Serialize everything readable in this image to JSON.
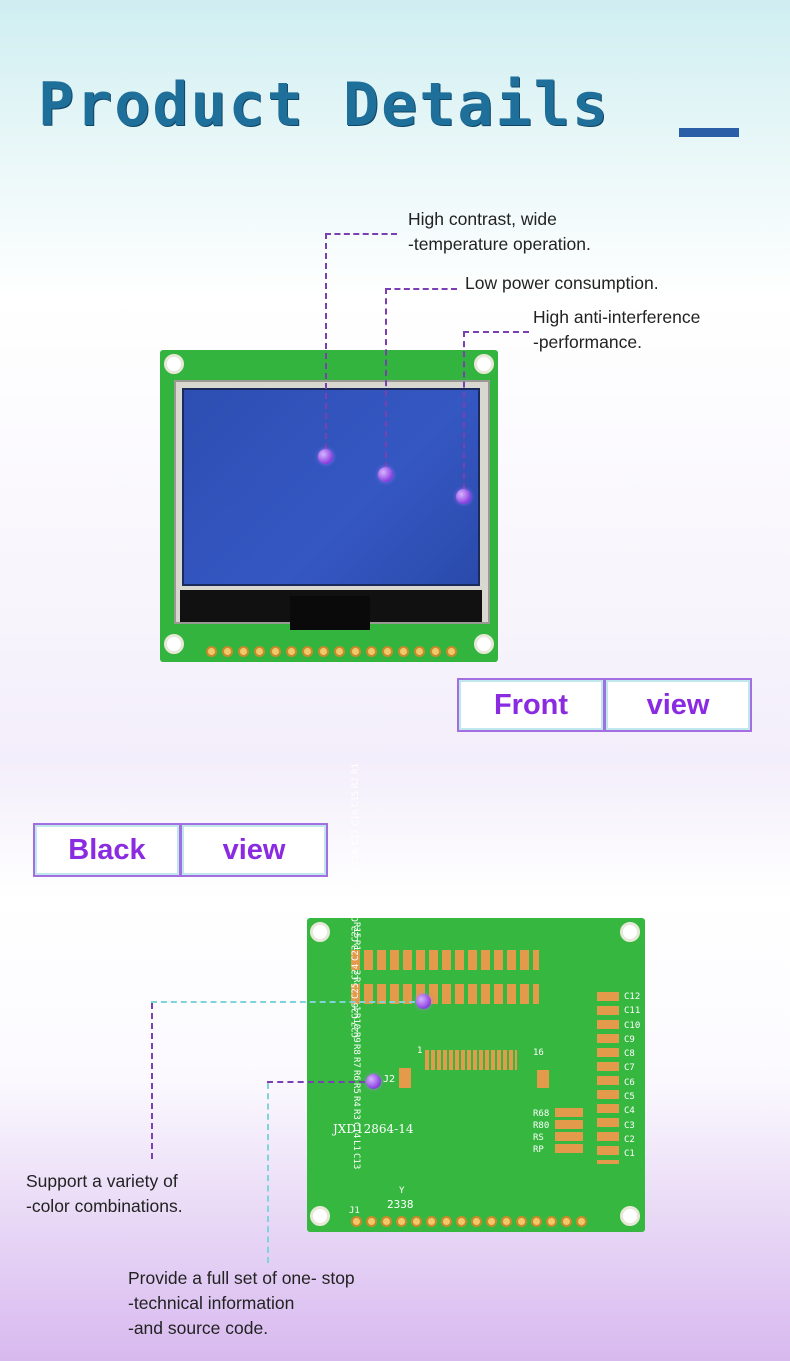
{
  "header": {
    "title": "Product Details"
  },
  "front_notes": [
    {
      "line1": "High contrast, wide",
      "line2": "-temperature operation."
    },
    {
      "line1": "Low power consumption.",
      "line2": ""
    },
    {
      "line1": "High anti-interference",
      "line2": "-performance."
    }
  ],
  "front_label": {
    "part1": "Front",
    "part2": "view"
  },
  "back_label": {
    "part1": "Black",
    "part2": "view"
  },
  "back_notes": [
    {
      "line1": "Support a variety of",
      "line2": "-color combinations.",
      "line3": ""
    },
    {
      "line1": "Provide a full set of one- stop",
      "line2": "-technical information",
      "line3": "-and source code."
    }
  ],
  "board_silkscreen": {
    "model": "JXD12864-14",
    "code": "2338",
    "j1": "J1",
    "j2": "J2",
    "pin_first": "1",
    "pin_last": "16",
    "y": "Y",
    "top_labels": [
      "R15",
      "R14",
      "R13",
      "R12",
      "R11",
      "R10",
      "R9",
      "R8",
      "R7",
      "R6",
      "R5",
      "R4",
      "R3",
      "C14",
      "L1",
      "C13"
    ],
    "cap_row": [
      "C27",
      "C26",
      "C25",
      "C24",
      "C23",
      "C22",
      "C21",
      "C20",
      "C19",
      "C18",
      "C17",
      "C16",
      "C15",
      "R2",
      "R1"
    ],
    "right_caps": [
      "C12",
      "C11",
      "C10",
      "C9",
      "C8",
      "C7",
      "C6",
      "C5",
      "C4",
      "C3",
      "C2",
      "C1"
    ],
    "res_labels": [
      "R68",
      "R80",
      "RS",
      "RP"
    ]
  },
  "colors": {
    "accent": "#8a2be2",
    "title": "#1e6f9a",
    "pcb": "#32b43e",
    "lcd": "#3052bb"
  }
}
